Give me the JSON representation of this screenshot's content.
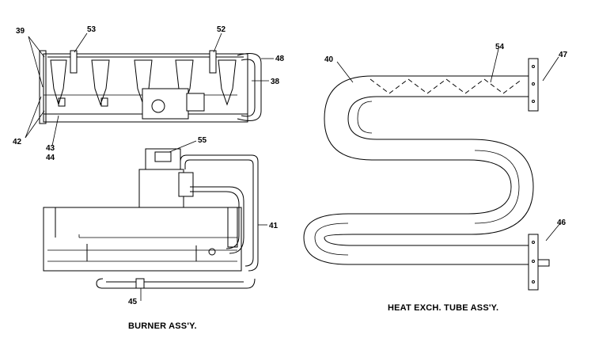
{
  "burner_assembly": {
    "caption": "BURNER ASS'Y.",
    "callouts": {
      "c39": "39",
      "c53": "53",
      "c52": "52",
      "c48": "48",
      "c38": "38",
      "c42": "42",
      "c43": "43",
      "c44": "44",
      "c55": "55",
      "c41": "41",
      "c45": "45"
    }
  },
  "heat_exchanger": {
    "caption": "HEAT EXCH. TUBE ASS'Y.",
    "callouts": {
      "c40": "40",
      "c54": "54",
      "c47": "47",
      "c46": "46"
    }
  }
}
